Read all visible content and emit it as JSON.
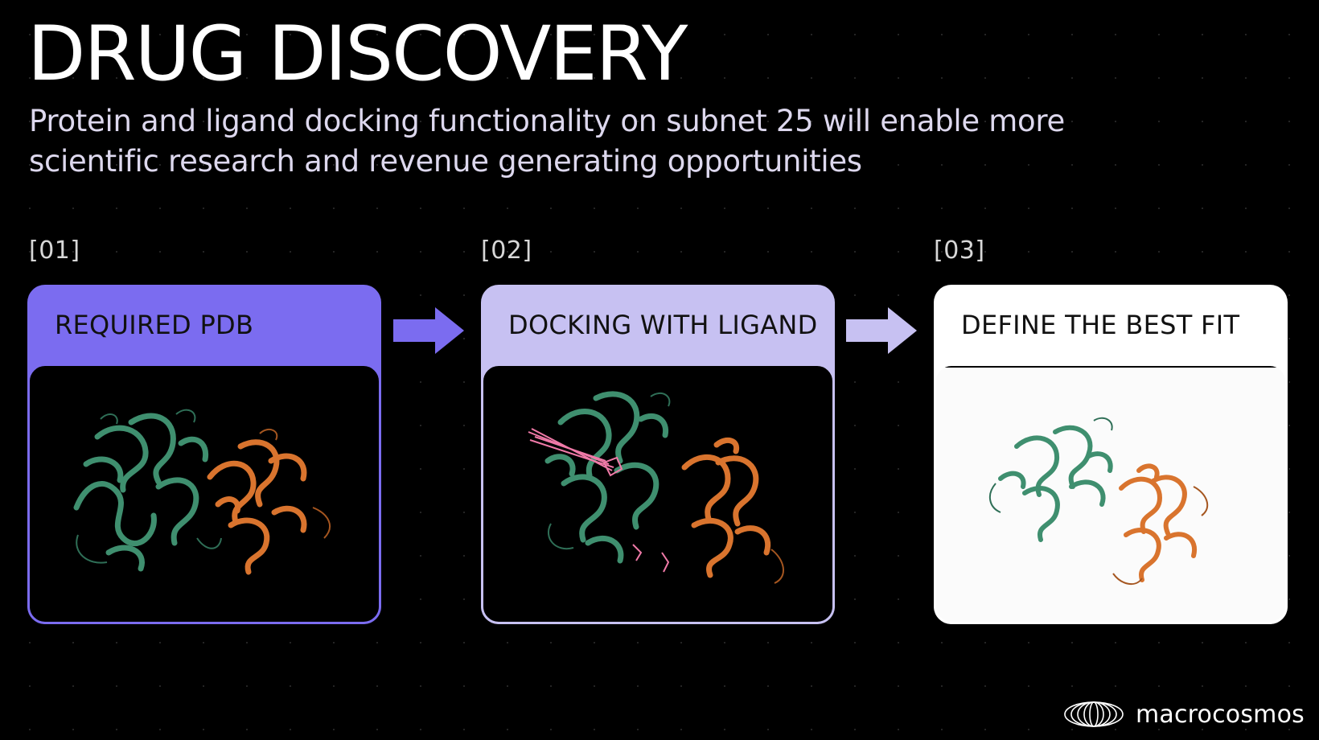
{
  "slide": {
    "title": "DRUG DISCOVERY",
    "subtitle": "Protein and ligand docking functionality on subnet 25 will enable more scientific research and revenue generating opportunities"
  },
  "steps": [
    {
      "number": "[01]",
      "heading": "REQUIRED PDB",
      "image": "protein-structure-illustration",
      "accent": "#7b6cf0",
      "background": "#000000"
    },
    {
      "number": "[02]",
      "heading": "DOCKING WITH LIGAND",
      "image": "protein-ligand-docking-illustration",
      "accent": "#c7c1f2",
      "background": "#000000"
    },
    {
      "number": "[03]",
      "heading": "DEFINE THE BEST FIT",
      "image": "best-fit-protein-illustration",
      "accent": "#ffffff",
      "background": "#fbfbfb"
    }
  ],
  "arrows": [
    {
      "icon": "right-arrow-icon",
      "color": "#7b6cf0"
    },
    {
      "icon": "right-arrow-icon",
      "color": "#c7c1f2"
    }
  ],
  "colors": {
    "protein_green": "#3f8f6f",
    "protein_orange": "#d9742e",
    "ligand_pink": "#f07aa8"
  },
  "brand": {
    "logo_text": "macrocosmos",
    "logo_icon": "macrocosmos-logo-icon"
  }
}
